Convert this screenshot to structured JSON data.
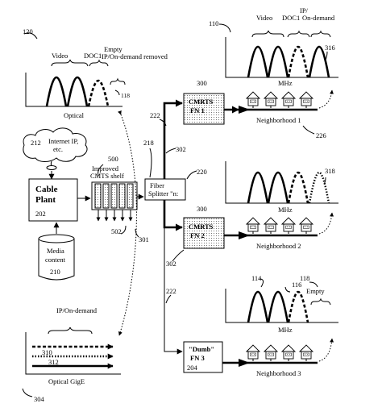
{
  "refs": {
    "r120": "120",
    "r118": "118",
    "r110": "110",
    "r316": "316",
    "r300a": "300",
    "r300b": "300",
    "r222a": "222",
    "r222b": "222",
    "r218": "218",
    "r302a": "302",
    "r302b": "302",
    "r220": "220",
    "r226": "226",
    "r318": "318",
    "r500": "500",
    "r502": "502",
    "r301": "301",
    "r202": "202",
    "r210": "210",
    "r212": "212",
    "r114": "114",
    "r116": "116",
    "r118b": "118",
    "r204": "204",
    "r304": "304",
    "r310": "310",
    "r312": "312"
  },
  "labels": {
    "video_left": "Video",
    "doc1_left": "DOC1",
    "empty_left_1": "Empty",
    "empty_left_2": "IP/On-demand removed",
    "optical": "Optical",
    "video_top": "Video",
    "doc1_top": "DOC1",
    "ipod_top_1": "IP/",
    "ipod_top_2": "On-demand",
    "mhz_1": "MHz",
    "mhz_2": "MHz",
    "mhz_3": "MHz",
    "cmrts1_1": "CMRTS",
    "cmrts1_2": "FN 1",
    "cmrts2_1": "CMRTS",
    "cmrts2_2": "FN 2",
    "dumb_1": "\"Dumb\"",
    "dumb_2": "FN 3",
    "neigh1": "Neighborhood 1",
    "neigh2": "Neighborhood 2",
    "neigh3": "Neighborhood 3",
    "internet_1": "Internet IP,",
    "internet_2": "etc.",
    "improved_1": "Improved",
    "improved_2": "CMTS shelf",
    "cable_1": "Cable",
    "cable_2": "Plant",
    "media_1": "Media",
    "media_2": "content",
    "splitter_1": "Fiber",
    "splitter_2": "Splitter \"n:",
    "ipod_bottom": "IP/On-demand",
    "optical_gige": "Optical GigE",
    "empty_bottom": "Empty"
  }
}
